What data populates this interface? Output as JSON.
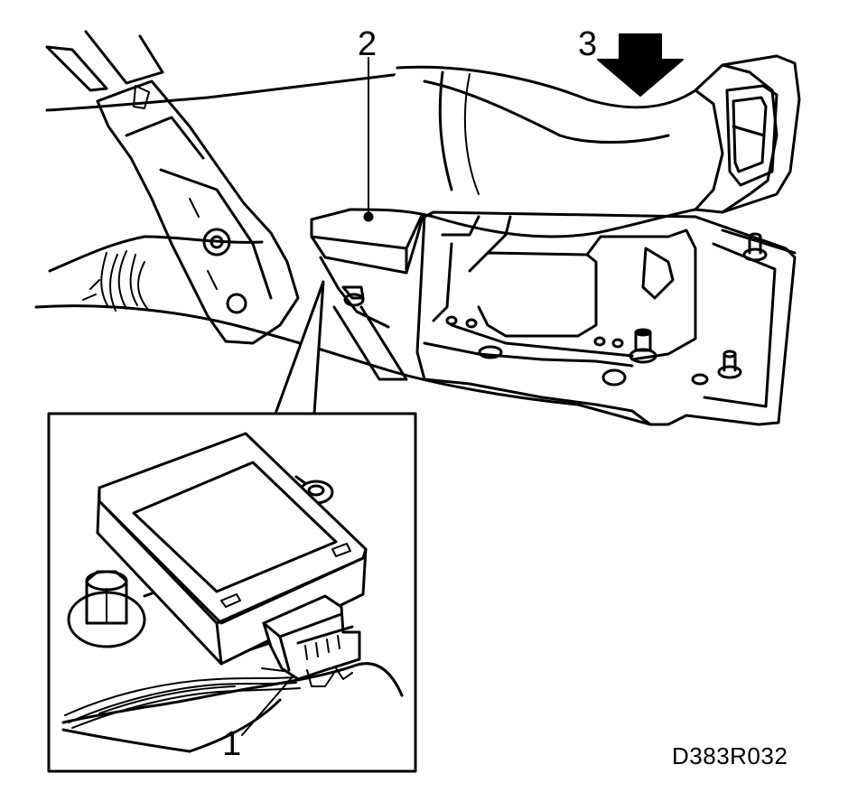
{
  "callouts": {
    "label_1": "1",
    "label_2": "2",
    "label_3": "3"
  },
  "figure_code": "D383R032",
  "colors": {
    "ink": "#000000",
    "paper": "#ffffff"
  }
}
